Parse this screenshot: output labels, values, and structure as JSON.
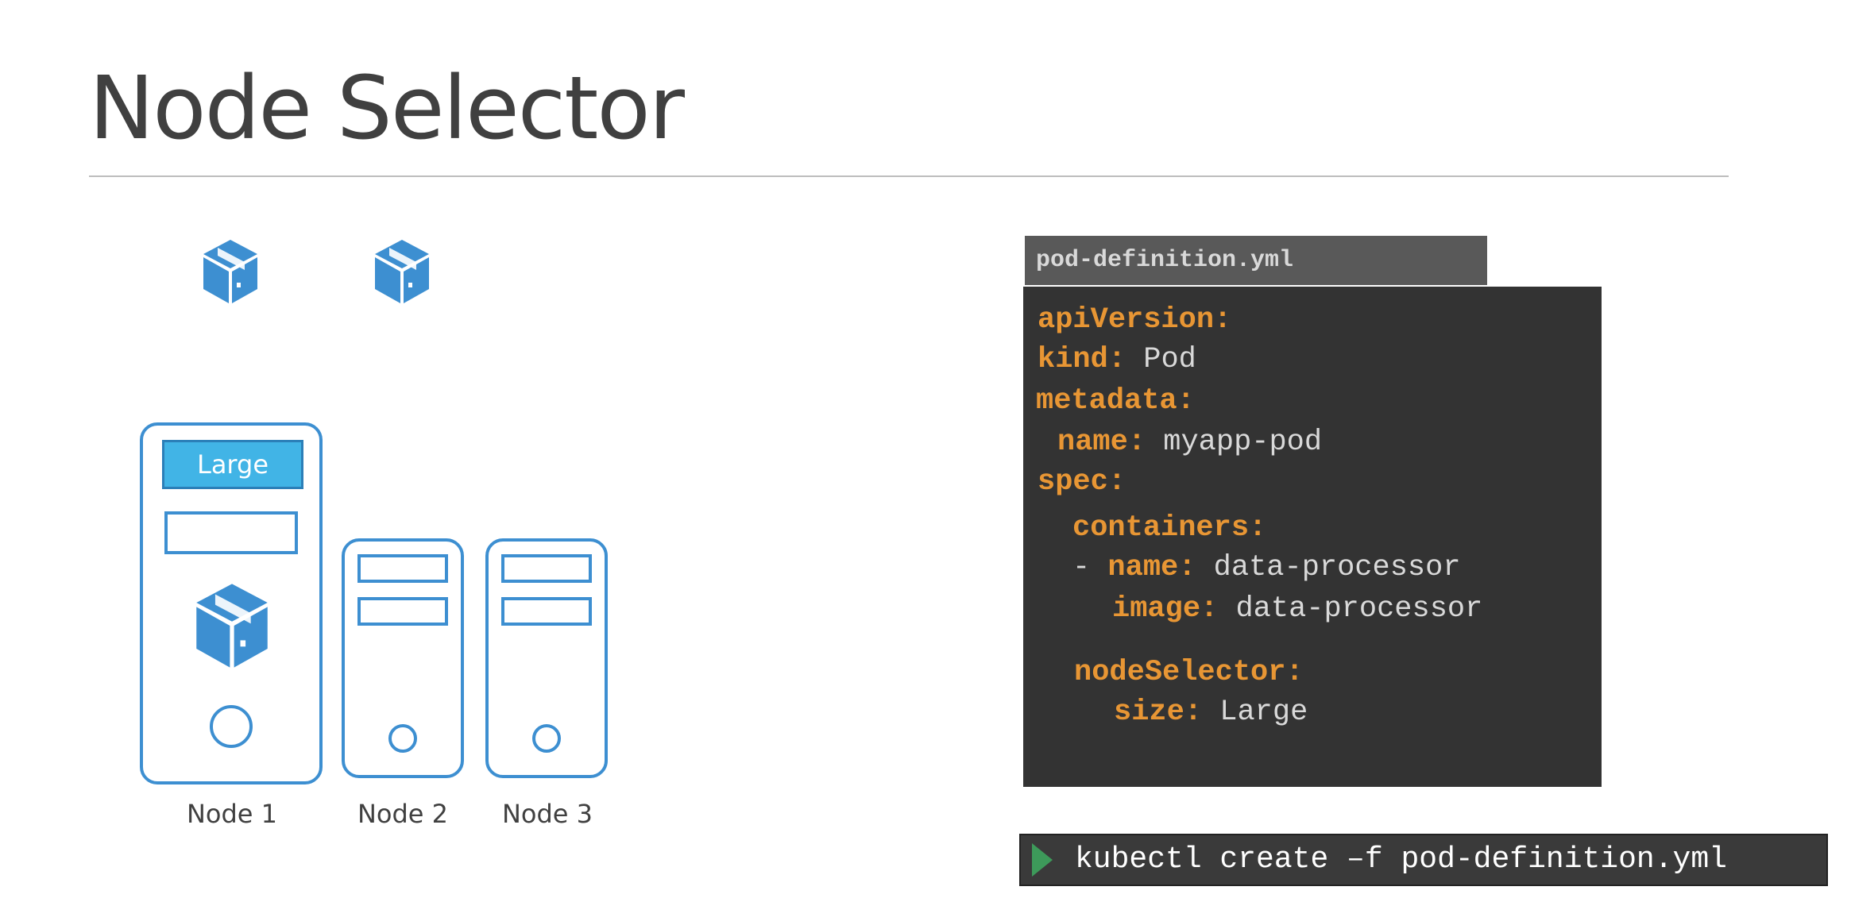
{
  "title": "Node Selector",
  "nodes": [
    {
      "name": "Node 1",
      "label": "Large"
    },
    {
      "name": "Node 2"
    },
    {
      "name": "Node 3"
    }
  ],
  "file": {
    "name": "pod-definition.yml",
    "lines": [
      {
        "key": "apiVersion:",
        "value": ""
      },
      {
        "key": "kind:",
        "value": "Pod"
      },
      {
        "key": "metadata:",
        "value": ""
      },
      {
        "key": "name:",
        "value": "myapp-pod"
      },
      {
        "key": "spec:",
        "value": ""
      },
      {
        "key": "containers:",
        "value": ""
      },
      {
        "prefix": "- ",
        "key": "name:",
        "value": "data-processor"
      },
      {
        "key": "image:",
        "value": "data-processor"
      },
      {
        "key": "nodeSelector:",
        "value": ""
      },
      {
        "key": "size:",
        "value": "Large"
      }
    ]
  },
  "terminal": {
    "command": "kubectl create –f pod-definition.yml"
  },
  "colors": {
    "accent": "#3d8fd1",
    "label_bg": "#41b4e6",
    "code_key": "#e89634",
    "code_bg": "#333333",
    "prompt": "#3d9a5a"
  }
}
